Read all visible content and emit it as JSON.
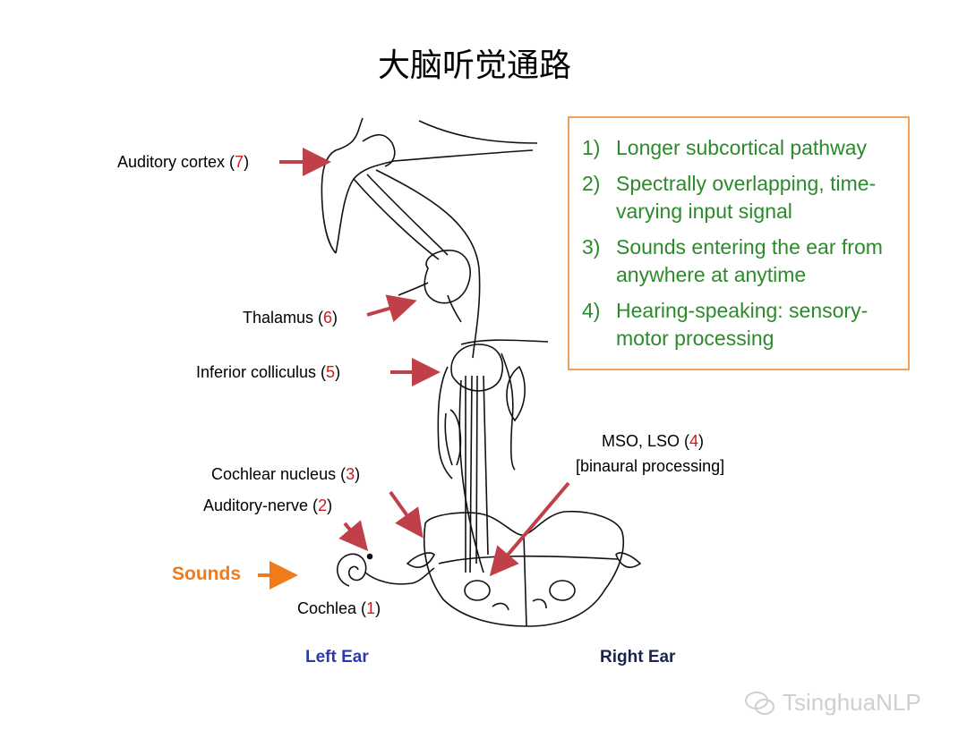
{
  "title": "大脑听觉通路",
  "labels": {
    "auditory_cortex": {
      "text": "Auditory cortex (",
      "num": "7",
      "end": ")"
    },
    "thalamus": {
      "text": "Thalamus (",
      "num": "6",
      "end": ")"
    },
    "inferior_colliculus": {
      "text": "Inferior colliculus (",
      "num": "5",
      "end": ")"
    },
    "cochlear_nucleus": {
      "text": "Cochlear nucleus (",
      "num": "3",
      "end": ")"
    },
    "auditory_nerve": {
      "text": "Auditory-nerve (",
      "num": "2",
      "end": ")"
    },
    "cochlea": {
      "text": "Cochlea (",
      "num": "1",
      "end": ")"
    },
    "mso_lso": {
      "text": "MSO, LSO (",
      "num": "4",
      "end": ")",
      "line2": "[binaural processing]"
    }
  },
  "sounds": "Sounds",
  "left_ear": "Left Ear",
  "right_ear": "Right Ear",
  "notes": [
    {
      "n": "1)",
      "text": "Longer subcortical pathway"
    },
    {
      "n": "2)",
      "text": "Spectrally overlapping, time-varying input signal"
    },
    {
      "n": "3)",
      "text": "Sounds entering the ear from anywhere at anytime"
    },
    {
      "n": "4)",
      "text": "Hearing-speaking: sensory-motor processing"
    }
  ],
  "watermark": "TsinghuaNLP",
  "colors": {
    "arrow": "#c0404a",
    "sounds": "#f07b1a",
    "notes_text": "#2c8a2c",
    "notes_border": "#f0a05a",
    "number": "#cc1b1b"
  }
}
